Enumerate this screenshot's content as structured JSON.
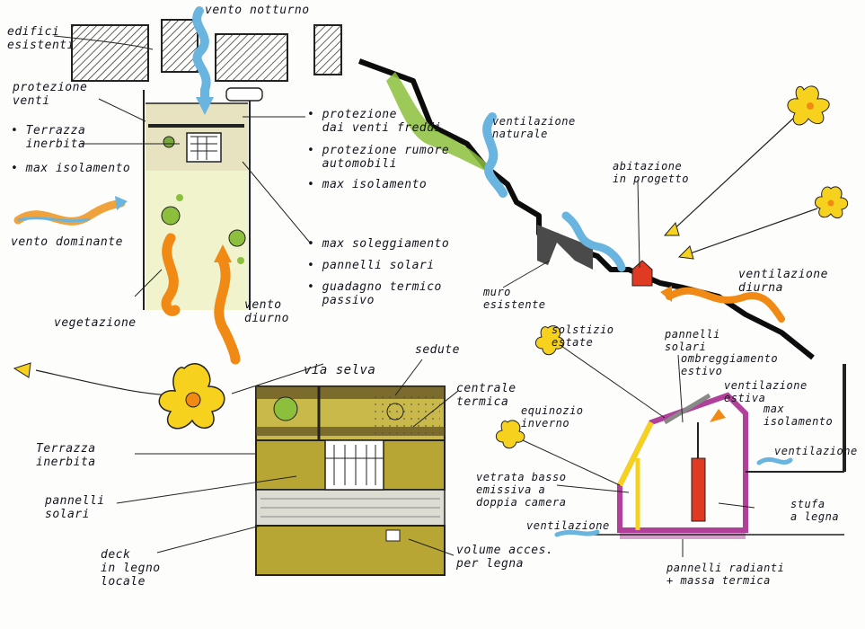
{
  "labels": {
    "vento_notturno": "vento notturno",
    "edifici_esistenti": "edifici\nesistenti",
    "protezione_venti": "protezione\nventi",
    "terrazza_inerbita_top": "• Terrazza\n  inerbita",
    "max_isolamento_top": "• max isolamento",
    "vento_dominante": "vento dominante",
    "vegetazione": "vegetazione",
    "vento_diurno": "vento\ndiurno",
    "protezione_venti_freddi": "• protezione\n  dai venti freddi",
    "protezione_rumore": "• protezione rumore\n  automobili",
    "max_isolamento_mid": "• max isolamento",
    "max_soleggiamento": "• max soleggiamento",
    "pannelli_solari_list": "• pannelli solari",
    "guadagno_termico": "• guadagno termico\n  passivo",
    "ventilazione_naturale": "ventilazione\nnaturale",
    "abitazione_progetto": "abitazione\nin progetto",
    "muro_esistente": "muro\nesistente",
    "ventilazione_diurna": "ventilazione\ndiurna",
    "solstizio_estate": "solstizio\nestate",
    "pannelli_solari_section": "pannelli\nsolari",
    "ombreggiamento_estivo": "ombreggiamento\nestivo",
    "ventilazione_estiva": "ventilazione\nestiva",
    "max_isolamento_section": "max\nisolamento",
    "ventilazione_right": "ventilazione",
    "equinozio_inverno": "equinozio\ninverno",
    "vetrata": "vetrata basso\nemissiva a\ndoppia camera",
    "ventilazione_low": "ventilazione",
    "stufa_legna": "stufa\na legna",
    "pannelli_radianti": "pannelli radianti\n+ massa termica",
    "via_selva": "via selva",
    "sedute": "sedute",
    "centrale_termica": "centrale\ntermica",
    "terrazza_inerbita_bottom": "Terrazza\ninerbita",
    "pannelli_solari_bottom": "pannelli\nsolari",
    "deck_legno": "deck\nin legno\nlocale",
    "volume_accessorio": "volume acces.\nper legna"
  },
  "colors": {
    "ink": "#14141e",
    "sun_yellow": "#f6d21e",
    "sun_orange": "#f08a14",
    "wind_blue": "#6ab4e0",
    "grass_green": "#8cbf3c",
    "olive": "#b8a634",
    "house_red": "#e03a22",
    "wall_magenta": "#b0409a"
  }
}
